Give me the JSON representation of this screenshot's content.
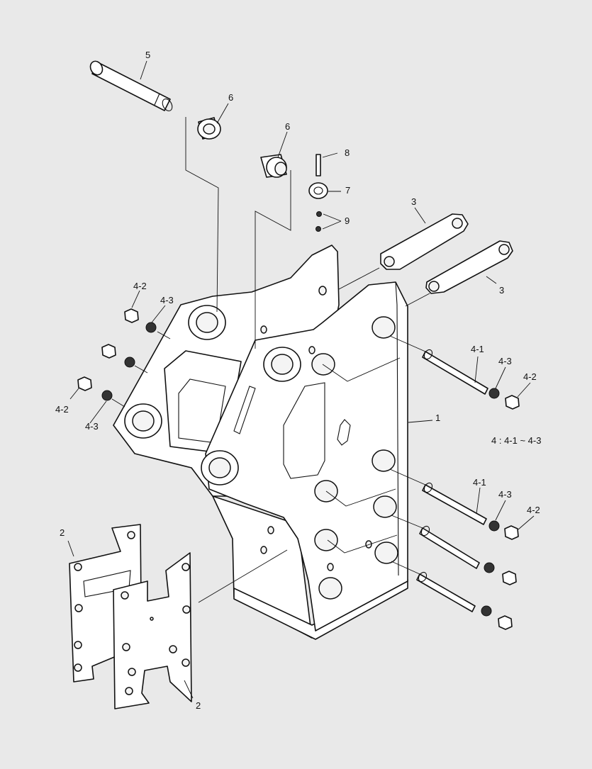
{
  "diagram": {
    "callouts": {
      "c1": "1",
      "c2a": "2",
      "c2b": "2",
      "c3a": "3",
      "c3b": "3",
      "c4_1a": "4-1",
      "c4_1b": "4-1",
      "c4_2a": "4-2",
      "c4_2b": "4-2",
      "c4_2c": "4-2",
      "c4_2d": "4-2",
      "c4_3a": "4-3",
      "c4_3b": "4-3",
      "c4_3c": "4-3",
      "c4_3d": "4-3",
      "c5": "5",
      "c6a": "6",
      "c6b": "6",
      "c7": "7",
      "c8": "8",
      "c9": "9"
    },
    "note": "4 : 4-1 ~ 4-3"
  }
}
